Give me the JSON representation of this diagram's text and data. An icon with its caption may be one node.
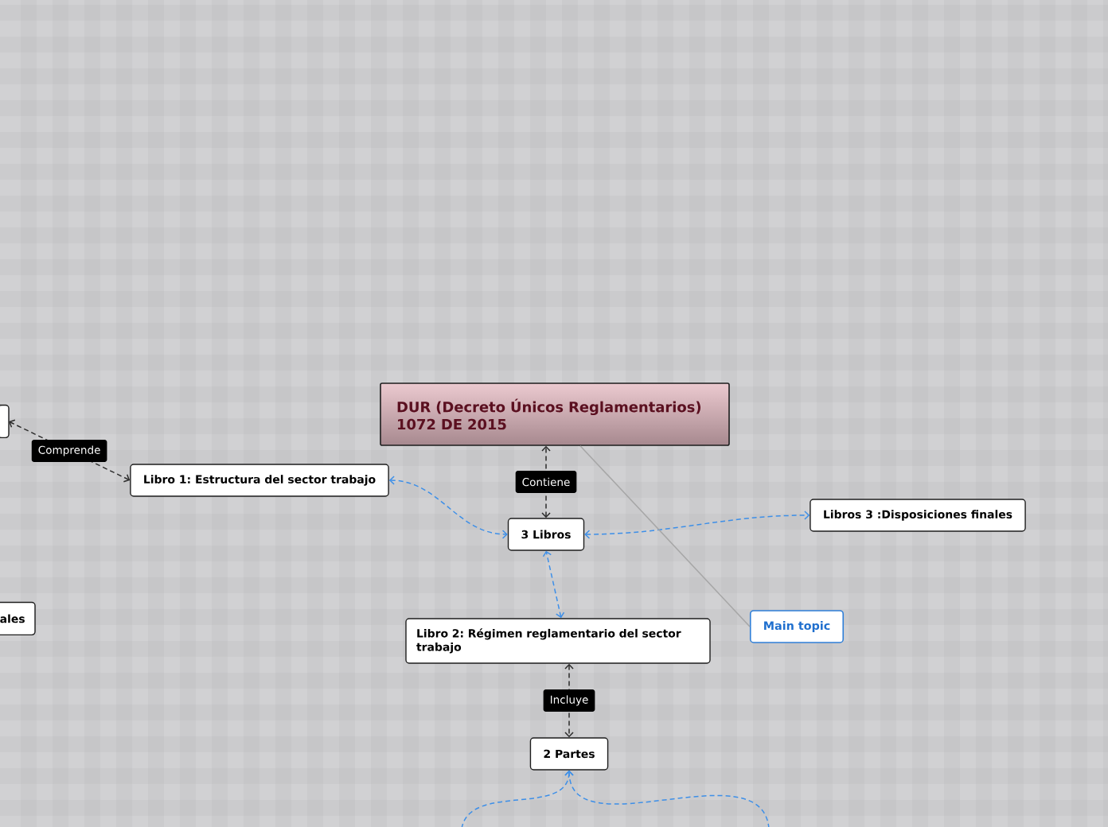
{
  "diagram": {
    "nodes": [
      {
        "text": [
          "DUR (Decreto Únicos Reglamentarios) 1072 DE 2015"
        ]
      },
      {
        "text": [],
        "shape": "box"
      },
      {
        "text": [
          "Libro 1: Estructura del sector trabajo"
        ]
      },
      {
        "text": [
          "Libros 3 :Disposiciones finales"
        ]
      },
      {
        "text": [
          "3 Libros"
        ]
      },
      {
        "text": [
          "ales"
        ]
      },
      {
        "text": [
          "Main topic"
        ]
      },
      {
        "text": [
          "Libro 2: Régimen reglamentario del sector trabajo"
        ]
      },
      {
        "text": [
          "2 Partes"
        ]
      }
    ],
    "edges": [
      {
        "from": 4,
        "to": 0,
        "arrow": "both",
        "label": "Contiene",
        "style": "dashed",
        "color": "#2b2b2b"
      },
      {
        "from": 2,
        "to": 1,
        "arrow": "both",
        "label": "Comprende",
        "style": "dashed",
        "color": "#2b2b2b"
      },
      {
        "from": 2,
        "to": 4,
        "arrow": "both",
        "style": "dashed"
      },
      {
        "from": 4,
        "to": 3,
        "arrow": "both",
        "style": "dashed"
      },
      {
        "from": 7,
        "to": 4,
        "arrow": "both",
        "style": "dashed"
      },
      {
        "from": 7,
        "to": 8,
        "arrow": "both",
        "label": "Incluye",
        "style": "dashed",
        "color": "#2b2b2b"
      },
      {
        "from": null,
        "to": 8,
        "arrow": "to",
        "style": "dashed"
      },
      {
        "from": null,
        "to": 8,
        "arrow": "to",
        "style": "dashed"
      },
      {
        "from": 0,
        "to": 6,
        "arrow": "none",
        "color": "#a6a6a6"
      }
    ]
  }
}
